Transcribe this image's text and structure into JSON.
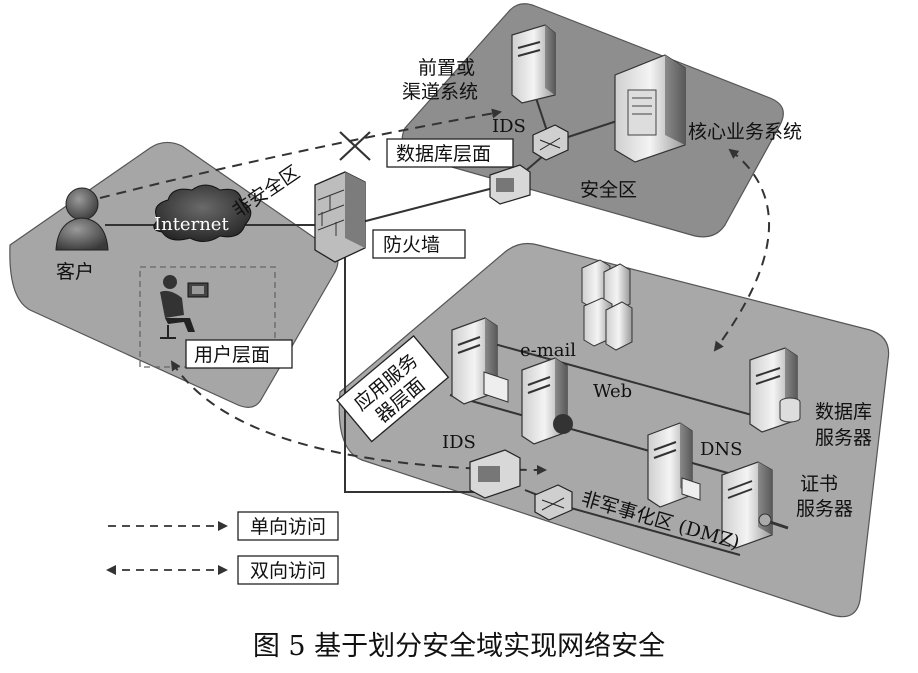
{
  "labels": {
    "front_channel": [
      "前置或",
      "渠道系统"
    ],
    "ids_top": "IDS",
    "core_system": "核心业务系统",
    "db_layer": "数据库层面",
    "secure_zone": "安全区",
    "internet": "Internet",
    "client": "客户",
    "non_secure_zone": "非安全区",
    "firewall": "防火墙",
    "user_layer": "用户层面",
    "app_server_layer": [
      "应用服务",
      "器层面"
    ],
    "email": "e-mail",
    "web": "Web",
    "db_server": [
      "数据库",
      "服务器"
    ],
    "ids_bottom": "IDS",
    "dns": "DNS",
    "cert_server": [
      "证书",
      "服务器"
    ],
    "dmz": "非军事化区 (DMZ)"
  },
  "legend": {
    "one_way": "单向访问",
    "two_way": "双向访问"
  },
  "caption": "图 5   基于划分安全域实现网络安全"
}
